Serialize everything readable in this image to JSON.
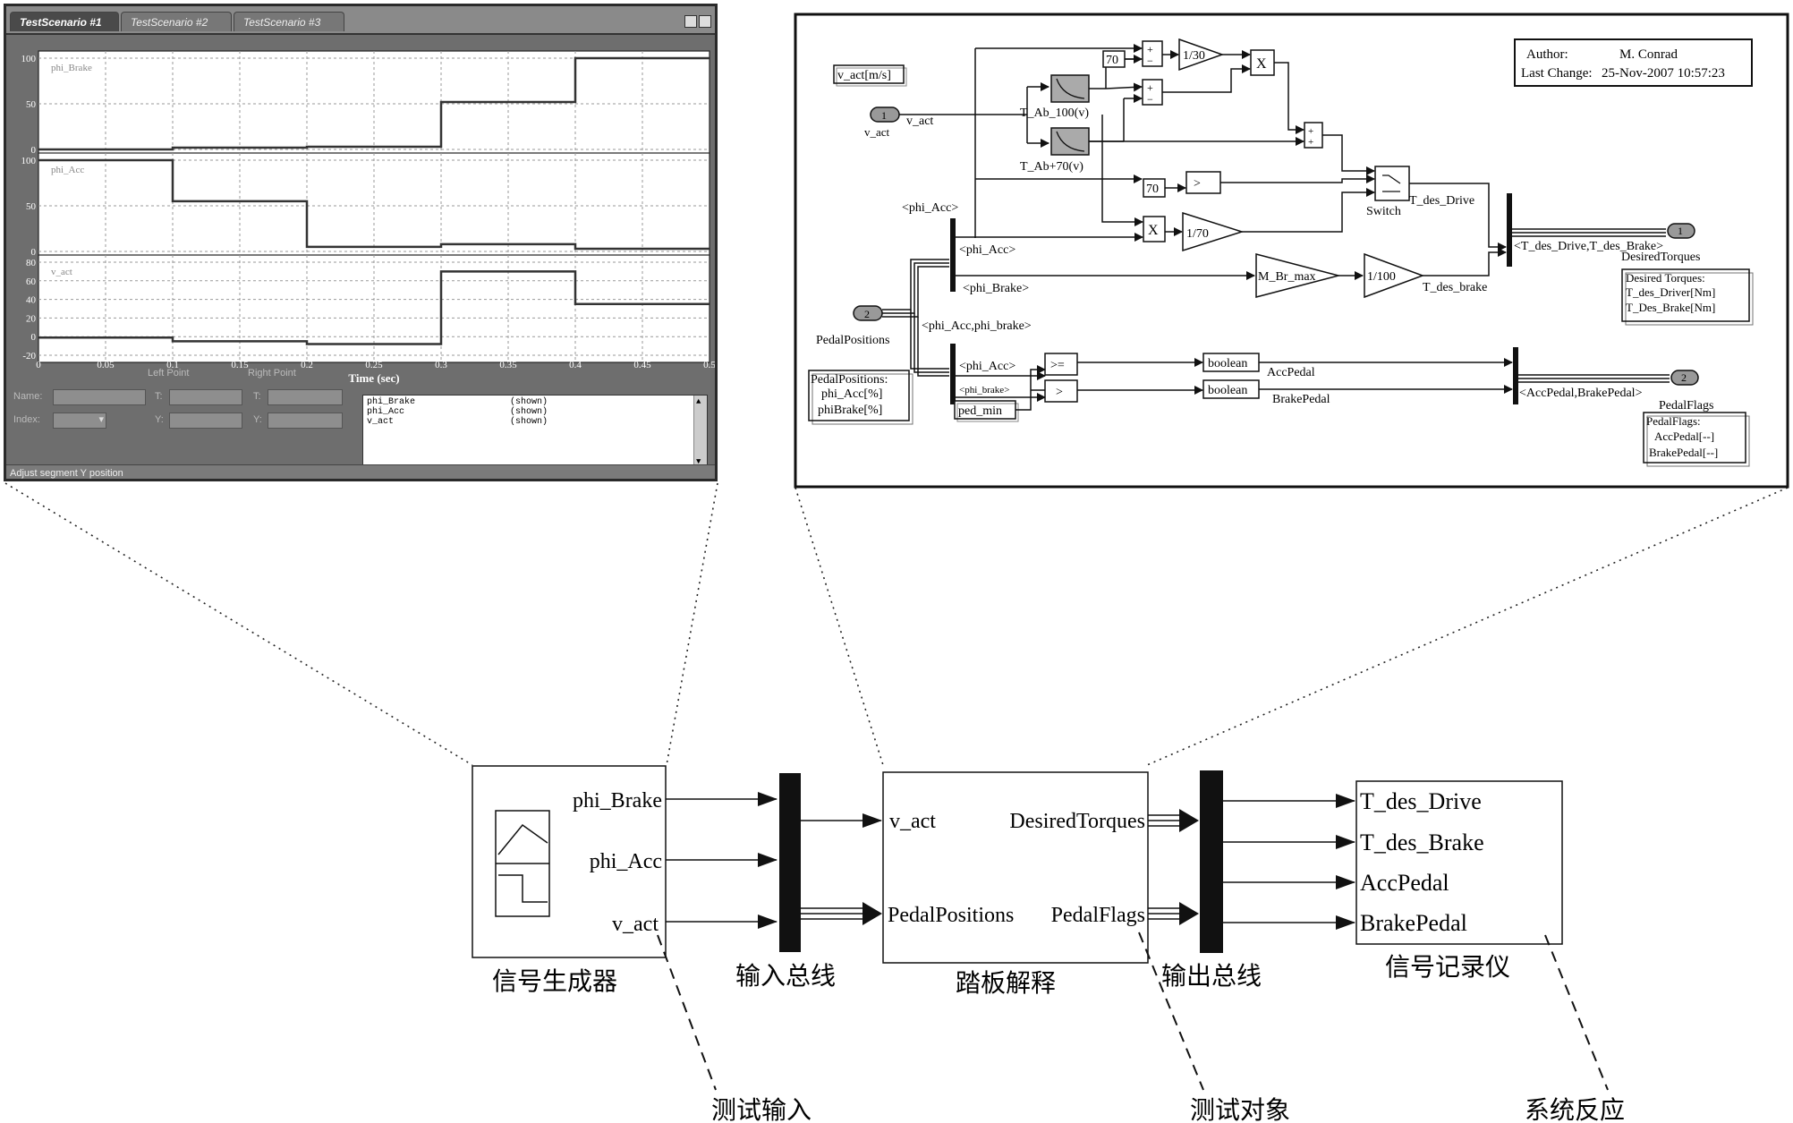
{
  "signal_builder": {
    "tabs": [
      "TestScenario #1",
      "TestScenario #2",
      "TestScenario #3"
    ],
    "axis_title": "Time (sec)",
    "x_ticks": [
      "0",
      "0.05",
      "0.1",
      "0.15",
      "0.2",
      "0.25",
      "0.3",
      "0.35",
      "0.4",
      "0.45",
      "0.5"
    ],
    "panels": [
      {
        "name": "phi_Brake",
        "y_ticks": [
          "100",
          "50",
          "0"
        ]
      },
      {
        "name": "phi_Acc",
        "y_ticks": [
          "100",
          "50",
          "0"
        ]
      },
      {
        "name": "v_act",
        "y_ticks": [
          "80",
          "60",
          "40",
          "20",
          "0",
          "-20"
        ]
      }
    ],
    "controls": {
      "name_label": "Name:",
      "index_label": "Index:",
      "left_point": "Left Point",
      "right_point": "Right Point",
      "t_label": "T:",
      "y_label": "Y:"
    },
    "signal_list": [
      {
        "name": "phi_Brake",
        "state": "(shown)"
      },
      {
        "name": "phi_Acc",
        "state": "(shown)"
      },
      {
        "name": "v_act",
        "state": "(shown)"
      }
    ],
    "status": "Adjust segment Y position",
    "chart_data": {
      "type": "line",
      "xlabel": "Time (sec)",
      "xlim": [
        0,
        0.5
      ],
      "series": [
        {
          "name": "phi_Brake",
          "ylim": [
            0,
            100
          ],
          "x": [
            0,
            0.1,
            0.1,
            0.2,
            0.2,
            0.3,
            0.3,
            0.4,
            0.4,
            0.5
          ],
          "y": [
            0,
            0,
            2,
            2,
            3,
            3,
            52,
            52,
            100,
            100
          ]
        },
        {
          "name": "phi_Acc",
          "ylim": [
            0,
            100
          ],
          "x": [
            0,
            0.1,
            0.1,
            0.2,
            0.2,
            0.3,
            0.3,
            0.4,
            0.4,
            0.5
          ],
          "y": [
            100,
            100,
            55,
            55,
            5,
            5,
            8,
            8,
            3,
            3
          ]
        },
        {
          "name": "v_act",
          "ylim": [
            -20,
            80
          ],
          "x": [
            0,
            0.1,
            0.1,
            0.2,
            0.2,
            0.3,
            0.3,
            0.4,
            0.4,
            0.5
          ],
          "y": [
            -1,
            -1,
            -5,
            -5,
            -8,
            -8,
            70,
            70,
            35,
            35
          ]
        }
      ]
    }
  },
  "simulink": {
    "author_label": "Author:",
    "author": "M. Conrad",
    "last_change_label": "Last Change:",
    "last_change": "25-Nov-2007 10:57:23",
    "v_act_unit": "v_act[m/s]",
    "in1_num": "1",
    "in1_name": "v_act",
    "in1_signal": "v_act",
    "in2_num": "2",
    "in2_name": "PedalPositions",
    "const70a": "70",
    "const70b": "70",
    "gain_1_30": "1/30",
    "gain_1_70": "1/70",
    "gain_mbr": "M_Br_max",
    "gain_1_100": "1/100",
    "mult": "X",
    "sum_plus": "+",
    "sum_minus": "−",
    "lut1": "T_Ab_100(v)",
    "lut2": "T_Ab+70(v)",
    "gt": ">",
    "ge": ">=",
    "switch_label": "Switch",
    "t_des_drive": "T_des_Drive",
    "t_des_brake": "T_des_brake",
    "phi_acc_tag": "<phi_Acc>",
    "phi_acc_sel": "<phi_Acc>",
    "phi_brake_sel": "<phi_Brake>",
    "bus_label_in": "<phi_Acc,phi_brake>",
    "phi_acc_sel2": "<phi_Acc>",
    "phi_brake_sel2": "<phi_brake>",
    "ped_min": "ped_min",
    "boolean1": "boolean",
    "boolean2": "boolean",
    "acc_pedal_sig": "AccPedal",
    "brake_pedal_sig": "BrakePedal",
    "out_bus_torques": "<T_des_Drive,T_des_Brake>",
    "out_bus_flags": "<AccPedal,BrakePedal>",
    "out1_num": "1",
    "out1_name": "DesiredTorques",
    "out2_num": "2",
    "out2_name": "PedalFlags",
    "pedal_note": [
      "PedalPositions:",
      "phi_Acc[%]",
      "phiBrake[%]"
    ],
    "torque_note": [
      "Desired Torques:",
      "T_des_Driver[Nm]",
      "T_Des_Brake[Nm]"
    ],
    "flags_note": [
      "PedalFlags:",
      "AccPedal[--]",
      "BrakePedal[--]"
    ]
  },
  "bottom": {
    "gen_ports": [
      "phi_Brake",
      "phi_Acc",
      "v_act"
    ],
    "gen_label": "信号生成器",
    "in_bus_label": "输入总线",
    "pedal_in_ports": [
      "v_act",
      "PedalPositions"
    ],
    "pedal_out_ports": [
      "DesiredTorques",
      "PedalFlags"
    ],
    "pedal_label": "踏板解释",
    "out_bus_label": "输出总线",
    "rec_ports": [
      "T_des_Drive",
      "T_des_Brake",
      "AccPedal",
      "BrakePedal"
    ],
    "rec_label": "信号记录仪",
    "callouts": [
      "测试输入",
      "测试对象",
      "系统反应"
    ]
  }
}
